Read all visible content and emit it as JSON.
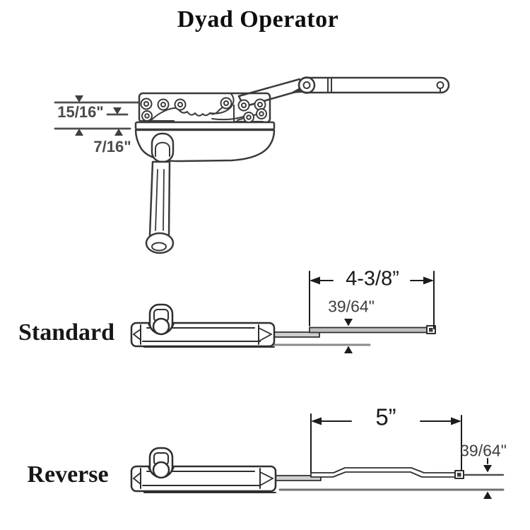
{
  "title": "Dyad Operator",
  "top_view": {
    "dim_upper": "15/16\"",
    "dim_lower": "7/16\""
  },
  "standard_view": {
    "label": "Standard",
    "dim_length": "4-3/8”",
    "dim_offset": "39/64\""
  },
  "reverse_view": {
    "label": "Reverse",
    "dim_length": "5”",
    "dim_offset": "39/64\""
  },
  "colors": {
    "background": "#ffffff",
    "drawing_line": "#3a3a3a",
    "dim_line_gray": "#4f4f4f",
    "dim_line_dark": "#1c1c1c",
    "sill_line": "#8a8a8a",
    "arm_fill": "#c0c0c0",
    "label_dark": "#1a1a1a"
  }
}
